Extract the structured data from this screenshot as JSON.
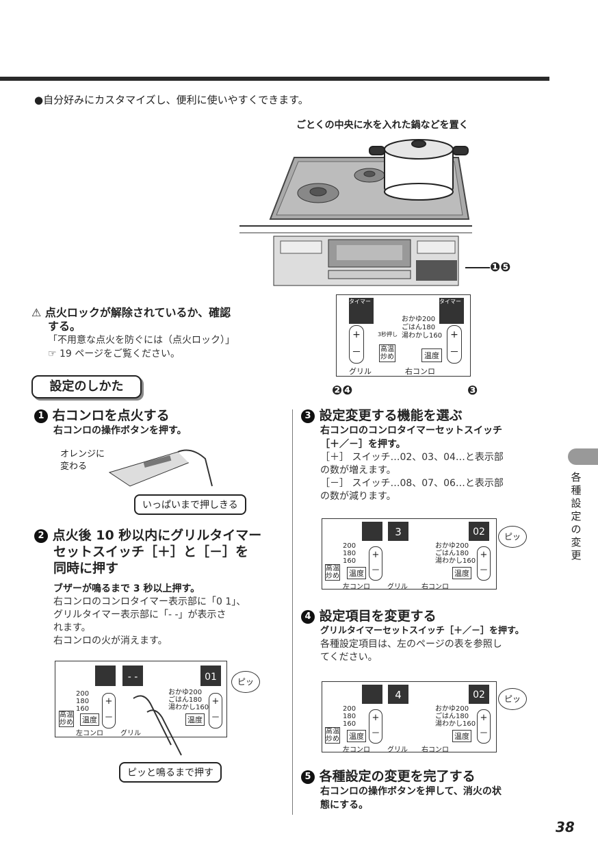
{
  "intro": "●自分好みにカスタマイズし、便利に使いやすくできます。",
  "top_caption": "ごとくの中央に水を入れた鍋などを置く",
  "top_markers": "❶❺",
  "panel_markers": {
    "left": "❷❹",
    "right": "❸"
  },
  "warning": {
    "title1": "点火ロックが解除されているか、確認",
    "title2": "する。",
    "line1": "「不用意な点火を防ぐには（点火ロック）」",
    "line2": "☞ 19 ページをご覧ください。"
  },
  "howto_label": "設定のしかた",
  "steps": [
    {
      "num": "1",
      "title": "右コンロを点火する",
      "sub": "右コンロの操作ボタンを押す。",
      "labels": {
        "orange1": "オレンジに",
        "orange2": "変わる",
        "push_full": "いっぱいまで押しきる"
      }
    },
    {
      "num": "2",
      "title1": "点火後 10 秒以内にグリルタイマー",
      "title2": "セットスイッチ［＋］と［－］を",
      "title3": "同時に押す",
      "sub": "ブザーが鳴るまで 3 秒以上押す。",
      "txt1": "右コンロのコンロタイマー表示部に「0 1」、",
      "txt2": "グリルタイマー表示部に「- -」が表示さ",
      "txt3": "れます。",
      "txt4": "右コンロの火が消えます。",
      "beep_push": "ピッと鳴るまで押す"
    },
    {
      "num": "3",
      "title": "設定変更する機能を選ぶ",
      "sub1": "右コンロのコンロタイマーセットスイッチ",
      "sub2": "［＋／－］を押す。",
      "txt1": "［＋］ スイッチ…02、03、04…と表示部",
      "txt2": "の数が増えます。",
      "txt3": "［－］ スイッチ…08、07、06…と表示部",
      "txt4": "の数が減ります。"
    },
    {
      "num": "4",
      "title": "設定項目を変更する",
      "sub": "グリルタイマーセットスイッチ［＋／－］を押す。",
      "txt1": "各種設定項目は、左のページの表を参照し",
      "txt2": "てください。"
    },
    {
      "num": "5",
      "title": "各種設定の変更を完了する",
      "sub1": "右コンロの操作ボタンを押して、消火の状",
      "sub2": "態にする。"
    }
  ],
  "panel_labels": {
    "timer": "タイマー",
    "left_burner": "左コンロ",
    "grill": "グリル",
    "right_burner": "右コンロ",
    "high_temp1": "高温",
    "high_temp2": "炒め",
    "temp": "温度",
    "three_sec": "3秒押し",
    "t200": "200",
    "t180": "180",
    "t160": "160",
    "okayu": "おかゆ",
    "gohan": "ごはん",
    "wakashi": "湯わかし",
    "plus": "+",
    "minus": "－",
    "beep": "ピッ"
  },
  "displays": {
    "step2": {
      "grill": "- -",
      "right": "01"
    },
    "step3": {
      "grill": "3",
      "right": "02"
    },
    "step4": {
      "grill": "4",
      "right": "02"
    }
  },
  "side_text": "各種設定の変更",
  "page_number": "38"
}
